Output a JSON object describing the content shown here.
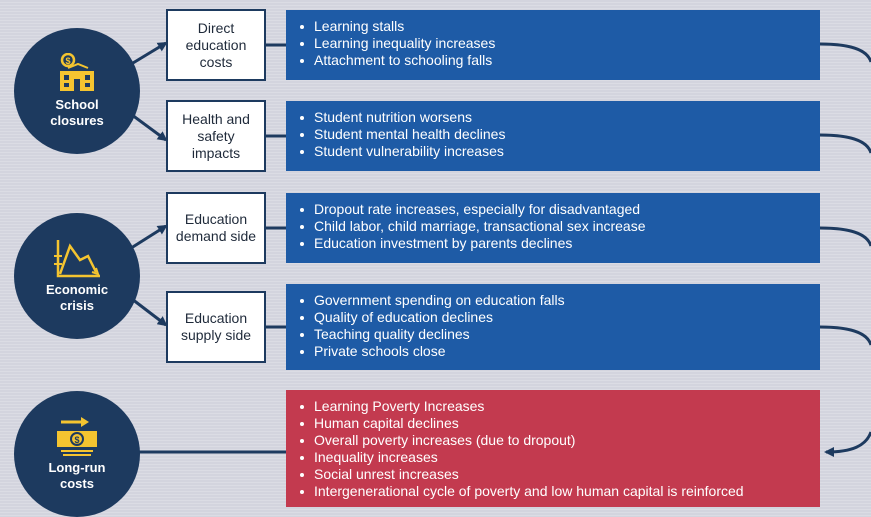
{
  "causes": [
    {
      "id": "school",
      "label": "School closures",
      "icon": "school-building-icon",
      "channels": [
        {
          "label": "Direct education costs",
          "effects": [
            "Learning stalls",
            "Learning inequality increases",
            "Attachment to schooling falls"
          ]
        },
        {
          "label": "Health and safety impacts",
          "effects": [
            "Student nutrition worsens",
            "Student mental health declines",
            "Student vulnerability increases"
          ]
        }
      ]
    },
    {
      "id": "economic",
      "label": "Economic crisis",
      "icon": "declining-chart-icon",
      "channels": [
        {
          "label": "Education demand side",
          "effects": [
            "Dropout rate increases, especially for disadvantaged",
            "Child labor, child marriage, transactional sex increase",
            "Education investment by parents declines"
          ]
        },
        {
          "label": "Education supply side",
          "effects": [
            "Government spending on education falls",
            "Quality of education declines",
            "Teaching quality declines",
            "Private schools close"
          ]
        }
      ]
    }
  ],
  "outcome": {
    "label": "Long-run costs",
    "icon": "money-cost-icon",
    "effects": [
      "Learning Poverty Increases",
      "Human capital declines",
      "Overall poverty increases (due to dropout)",
      "Inequality increases",
      "Social unrest increases",
      "Intergenerational cycle of poverty and low human capital is reinforced"
    ]
  },
  "colors": {
    "circle": "#1d3a5f",
    "effect_box": "#1e5ba6",
    "outcome_box": "#c33a4f",
    "icon_accent": "#f4c430",
    "connector": "#1d3a5f"
  }
}
